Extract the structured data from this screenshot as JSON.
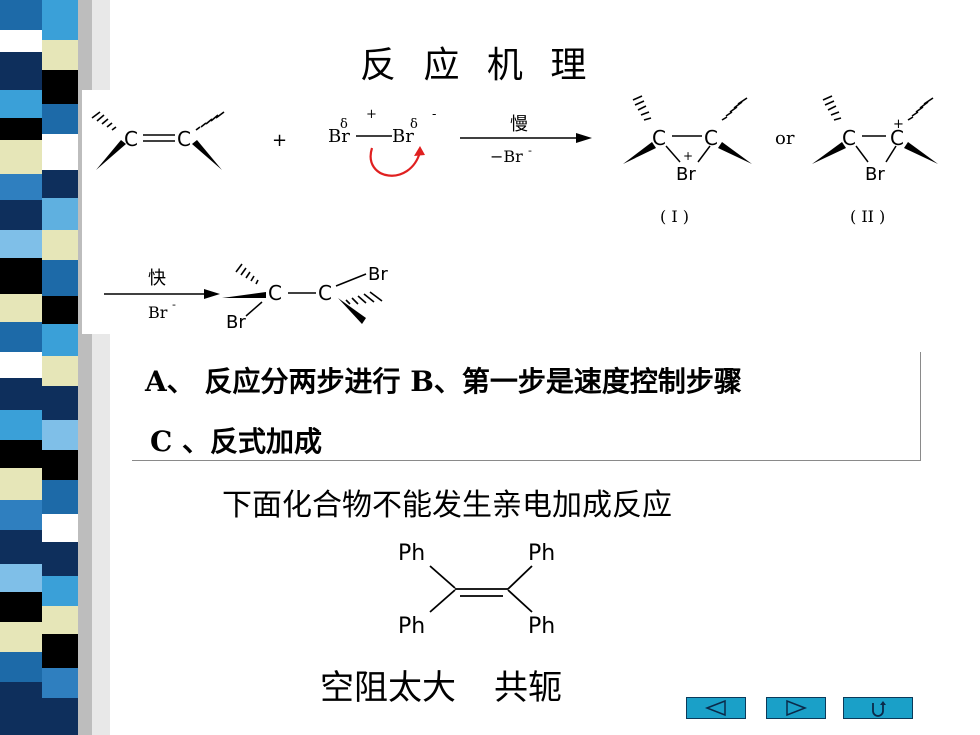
{
  "slide": {
    "title": "反 应 机 理",
    "mechanism": {
      "reagent_left": "Br",
      "reagent_right": "Br",
      "delta_plus": "δ",
      "plus_sign": "+",
      "delta_minus": "δ",
      "minus_sign": "-",
      "step1_above": "慢",
      "step1_below": "−Br",
      "step1_below_sup": "-",
      "intermediate_connector": "or",
      "intermediate_1_label": "( I )",
      "intermediate_2_label": "( II )",
      "step2_above": "快",
      "step2_below": "Br",
      "step2_below_sup": "-",
      "atom_c": "C",
      "atom_br": "Br",
      "reactant_plus": "+"
    },
    "statements": {
      "line1": "A、 反应分两步进行  B、第一步是速度控制步骤",
      "line2": "C 、反式加成"
    },
    "question": "下面化合物不能发生亲电加成反应",
    "molecule": {
      "ph_tl": "Ph",
      "ph_tr": "Ph",
      "ph_bl": "Ph",
      "ph_br": "Ph"
    },
    "answer": {
      "part1": "空阻太大",
      "part2": "共轭"
    }
  },
  "navigation": {
    "prev": "prev-icon",
    "next": "next-icon",
    "return": "return-icon"
  },
  "colors": {
    "arrow_curve": "#e02020",
    "nav_fill": "#1aa0c8"
  }
}
